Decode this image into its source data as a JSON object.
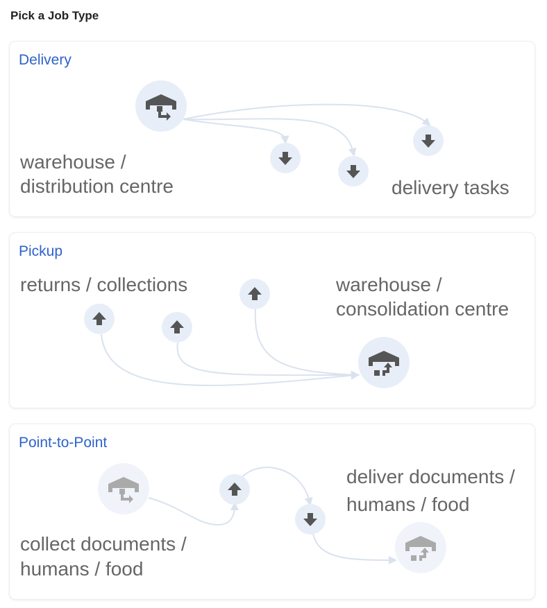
{
  "header": {
    "title": "Pick a Job Type"
  },
  "job_types": [
    {
      "label": "Delivery",
      "texts": [
        "warehouse /",
        "distribution centre",
        "delivery tasks"
      ]
    },
    {
      "label": "Pickup",
      "texts": [
        "returns / collections",
        "warehouse /",
        "consolidation centre"
      ]
    },
    {
      "label": "Point-to-Point",
      "texts": [
        "deliver documents /",
        "humans / food",
        "collect documents /",
        "humans / food"
      ]
    }
  ],
  "colors": {
    "accent": "#2e63c9",
    "circle": "#e8eef8",
    "icon": "#555555",
    "icon_faded": "#aaaaaa",
    "line": "#d9e2ee"
  }
}
